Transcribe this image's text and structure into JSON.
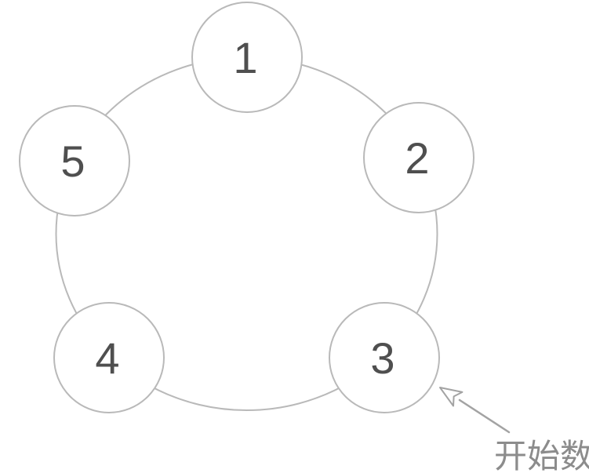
{
  "diagram": {
    "description": "Five numbered circles arranged in a ring with an arrow marking the starting circle",
    "nodes": [
      {
        "id": "node-1",
        "label": "1"
      },
      {
        "id": "node-2",
        "label": "2"
      },
      {
        "id": "node-3",
        "label": "3"
      },
      {
        "id": "node-4",
        "label": "4"
      },
      {
        "id": "node-5",
        "label": "5"
      }
    ],
    "annotation": {
      "label": "开始数",
      "points_to_node": "3"
    },
    "colors": {
      "background": "#ffffff",
      "outline": "#b9b9b9",
      "node_fill": "#ffffff",
      "number_text": "#4f4f4f",
      "arrow": "#a3a3a3",
      "annotation_text": "#8c8c8c"
    }
  }
}
